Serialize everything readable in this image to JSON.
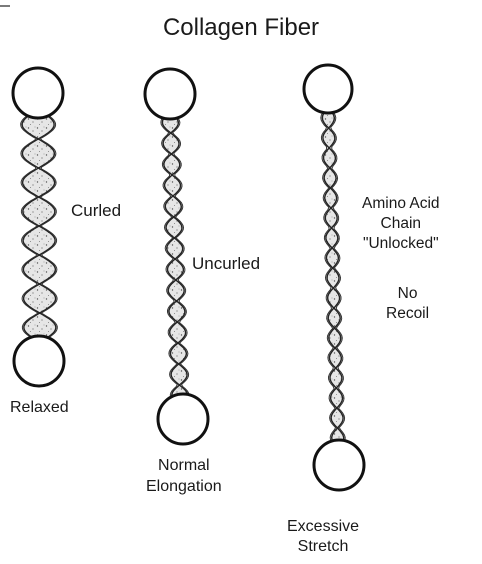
{
  "title": "Collagen Fiber",
  "fibers": [
    {
      "label": "Curled",
      "caption": "Relaxed"
    },
    {
      "label": "Uncurled",
      "caption_lines": [
        "Normal",
        "Elongation"
      ]
    },
    {
      "note_lines": [
        "Amino Acid",
        "Chain",
        "\"Unlocked\""
      ],
      "note2_lines": [
        "No",
        "Recoil"
      ],
      "caption_lines": [
        "Excessive",
        "Stretch"
      ]
    }
  ]
}
